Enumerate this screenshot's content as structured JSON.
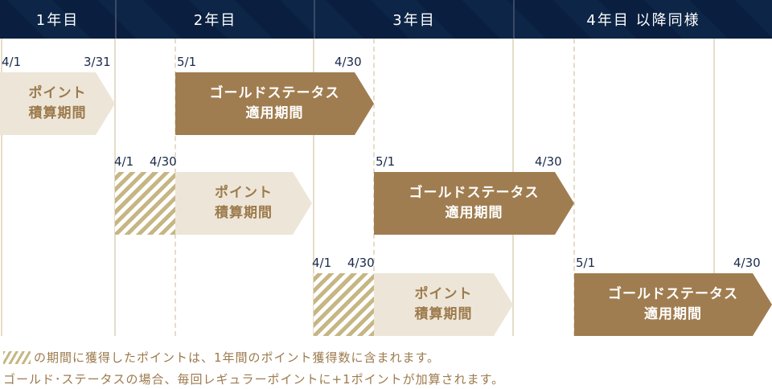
{
  "header": {
    "years": [
      "1年目",
      "2年目",
      "3年目",
      "4年目 以降同様"
    ]
  },
  "rows": [
    {
      "point": {
        "start": "4/1",
        "end": "3/31",
        "line1": "ポイント",
        "line2": "積算期間"
      },
      "gold": {
        "start": "5/1",
        "end": "4/30",
        "line1": "ゴールドステータス",
        "line2": "適用期間"
      }
    },
    {
      "point": {
        "start": "4/1",
        "end": "4/30",
        "line1": "ポイント",
        "line2": "積算期間"
      },
      "gold": {
        "start": "5/1",
        "end": "4/30",
        "line1": "ゴールドステータス",
        "line2": "適用期間"
      }
    },
    {
      "point": {
        "start": "4/1",
        "end": "4/30",
        "line1": "ポイント",
        "line2": "積算期間"
      },
      "gold": {
        "start": "5/1",
        "end": "4/30",
        "line1": "ゴールドステータス",
        "line2": "適用期間"
      }
    }
  ],
  "notes": [
    "の期間に獲得したポイントは、1年間のポイント獲得数に含まれます。",
    "ゴールド･ステータスの場合、毎回レギュラーポイントに+1ポイントが加算されます。"
  ],
  "colors": {
    "navy": "#0a1f3f",
    "gold": "#a07d50",
    "beige": "#ede6d8",
    "text_gold": "#9c7a4c"
  }
}
